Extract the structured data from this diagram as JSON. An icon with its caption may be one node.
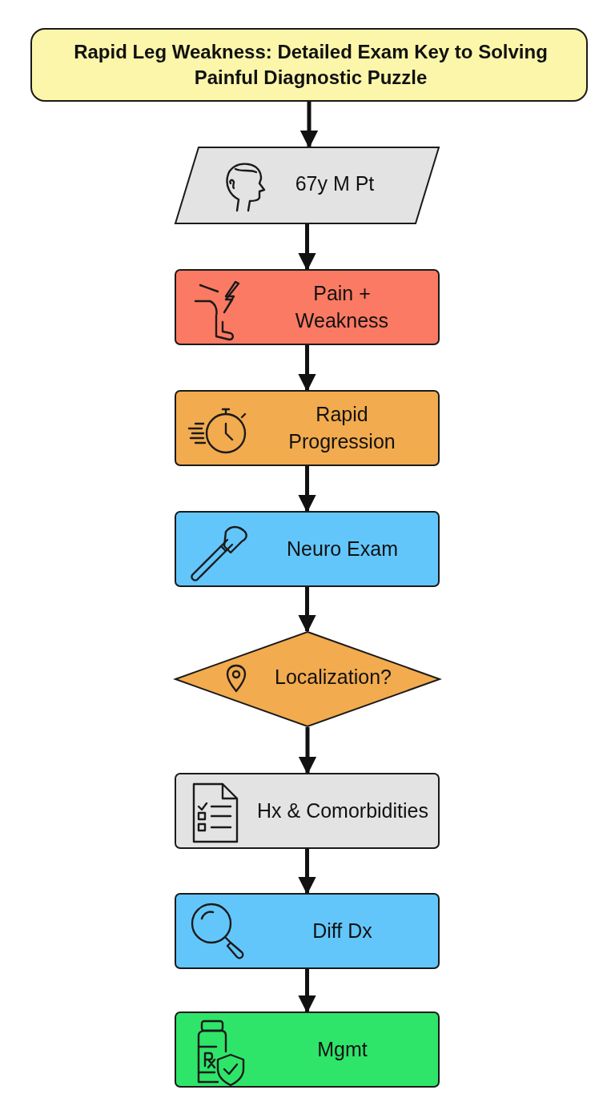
{
  "diagram": {
    "nodes": [
      {
        "text": [
          "Rapid Leg Weakness: Detailed Exam Key to Solving Painful Diagnostic Puzzle"
        ]
      },
      {
        "text": [
          "67y M Pt"
        ]
      },
      {
        "text": [
          "Pain + Weakness"
        ]
      },
      {
        "text": [
          "Rapid Progression"
        ]
      },
      {
        "text": [
          "Neuro Exam"
        ]
      },
      {
        "text": [
          "Localization?"
        ]
      },
      {
        "text": [
          "Hx & Comorbidities"
        ]
      },
      {
        "text": [
          "Diff Dx"
        ]
      },
      {
        "text": [
          "Mgmt"
        ]
      }
    ],
    "edges": [
      {
        "from": 0,
        "to": 1,
        "arrow": "to"
      },
      {
        "from": 1,
        "to": 2,
        "arrow": "to"
      },
      {
        "from": 2,
        "to": 3,
        "arrow": "to"
      },
      {
        "from": 3,
        "to": 4,
        "arrow": "to"
      },
      {
        "from": 4,
        "to": 5,
        "arrow": "to"
      },
      {
        "from": 5,
        "to": 6,
        "arrow": "to"
      },
      {
        "from": 6,
        "to": 7,
        "arrow": "to"
      },
      {
        "from": 7,
        "to": 8,
        "arrow": "to"
      }
    ]
  }
}
